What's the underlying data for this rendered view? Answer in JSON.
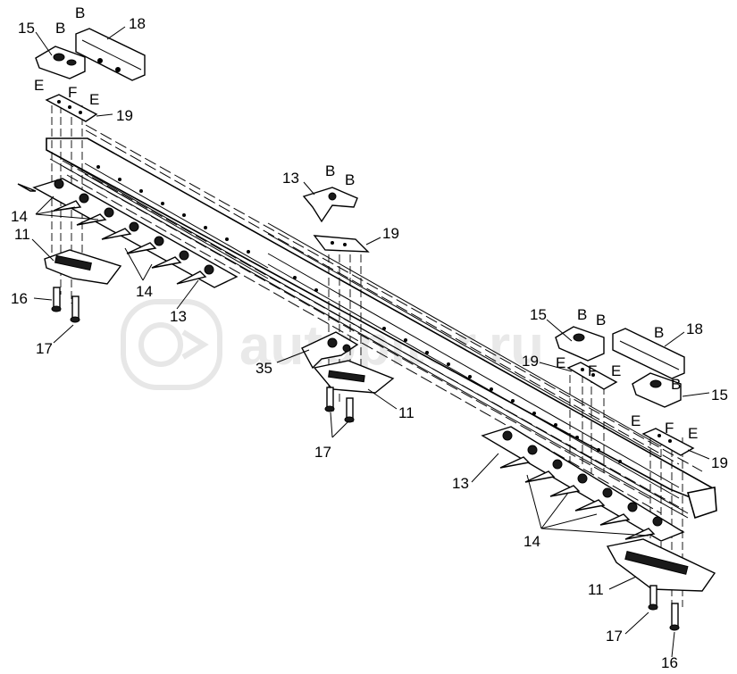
{
  "watermark": "autopiter.ru",
  "callouts": {
    "c15a": "15",
    "c18a": "18",
    "c19a": "19",
    "c14a": "14",
    "c11a": "11",
    "c16a": "16",
    "c17a": "17",
    "c13a": "13",
    "c14b": "14",
    "c13b": "13",
    "c19b": "19",
    "c35": "35",
    "c11b": "11",
    "c17b": "17",
    "c15b": "15",
    "c18b": "18",
    "c19c": "19",
    "c15c": "15",
    "c19d": "19",
    "c13c": "13",
    "c14c": "14",
    "c11c": "11",
    "c17c": "17",
    "c16b": "16"
  },
  "letters": {
    "B1": "B",
    "B2": "B",
    "E1": "E",
    "F1": "F",
    "E2": "E",
    "B3": "B",
    "B4": "B",
    "B5": "B",
    "B6": "B",
    "B7": "B",
    "B8": "B",
    "E3": "E",
    "F2": "F",
    "E4": "E",
    "E5": "E",
    "F3": "F",
    "E6": "E"
  }
}
